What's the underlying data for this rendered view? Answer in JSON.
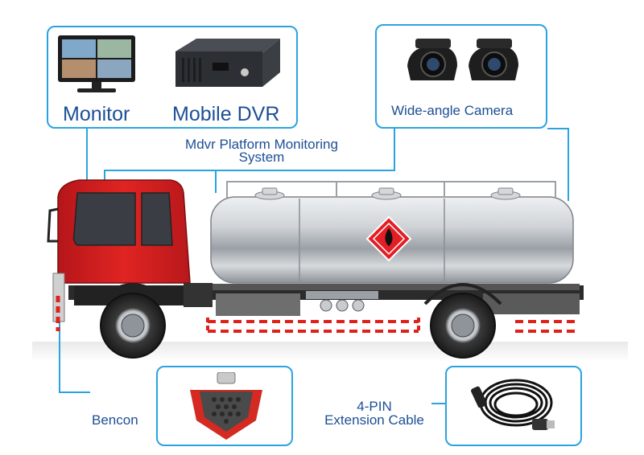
{
  "labels": {
    "monitor": "Monitor",
    "mobile_dvr": "Mobile DVR",
    "wide_angle_camera": "Wide-angle Camera",
    "platform_line1": "Mdvr Platform Monitoring",
    "platform_line2": "System",
    "bencon": "Bencon",
    "cable_line1": "4-PIN",
    "cable_line2": "Extension Cable"
  },
  "colors": {
    "accent": "#2aa4e0",
    "label_text": "#1c4f96",
    "cab_red": "#d8201f",
    "tank_silver": "#c9ccd0",
    "hazard_red": "#e31e24",
    "reflector_red": "#e0201a"
  }
}
